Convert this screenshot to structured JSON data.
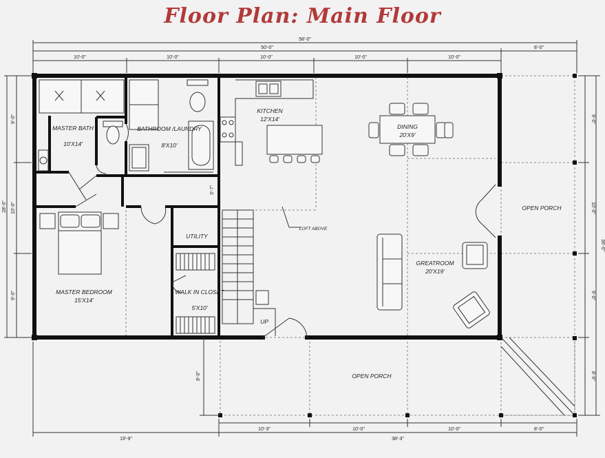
{
  "title": "Floor Plan: Main Floor",
  "rooms": {
    "master_bath": {
      "name": "MASTER BATH",
      "size": "10'X14'"
    },
    "bathroom_laundry": {
      "name": "BATHROOM /LAUNDRY",
      "size": "8'X10'"
    },
    "kitchen": {
      "name": "KITCHEN",
      "size": "12'X14'"
    },
    "dining": {
      "name": "DINING",
      "size": "20'X9'"
    },
    "open_porch_right": {
      "name": "OPEN PORCH"
    },
    "utility": {
      "name": "UTILITY"
    },
    "greatroom": {
      "name": "GREATROOM",
      "size": "20'X19'"
    },
    "walk_in_closet": {
      "name": "WALK IN CLOSET",
      "size": "5'X10'"
    },
    "master_bedroom": {
      "name": "MASTER BEDROOM",
      "size": "15'X14'"
    },
    "open_porch_bottom": {
      "name": "OPEN PORCH"
    }
  },
  "annotations": {
    "loft_above": "LOFT ABOVE",
    "up": "UP",
    "stair_width": "3'-7\""
  },
  "dimensions": {
    "top_overall": "58'-0\"",
    "top_main": "50'-0\"",
    "top_porch": "8'-0\"",
    "top_segments": [
      "10'-0\"",
      "10'-0\"",
      "10'-0\"",
      "10'-0\"",
      "10'-0\""
    ],
    "left_overall": "28'-0\"",
    "left_segments": [
      "9'-0\"",
      "10'-0\"",
      "9'-0\""
    ],
    "right_overall": "36'-0\"",
    "right_segments": [
      "9'-0\"",
      "10'-0\"",
      "9'-0\"",
      "8'-0\""
    ],
    "porch_depth": "8'-0\"",
    "bottom_left": "19'-9\"",
    "bottom_right": "38'-3\"",
    "bottom_segments": [
      "10'-3\"",
      "10'-0\"",
      "10'-0\"",
      "8'-0\""
    ]
  }
}
